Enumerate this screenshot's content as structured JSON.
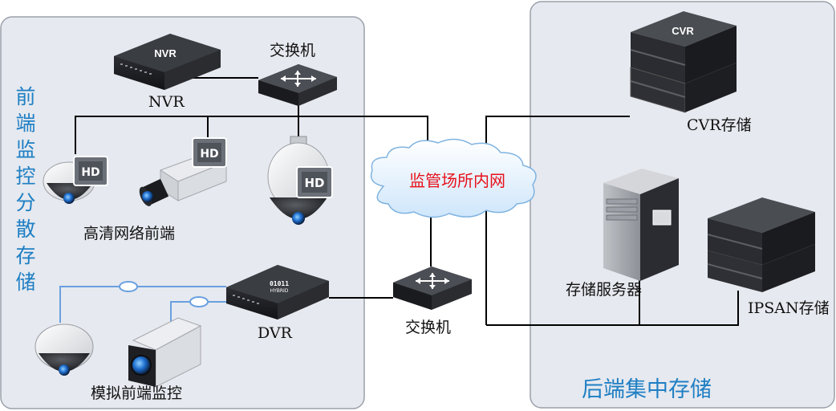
{
  "left_panel": {
    "title": "前端监控分散存储",
    "nvr_box_text": "NVR",
    "nvr_label": "NVR",
    "switch_top_label": "交换机",
    "hd_badge": "HD",
    "hd_front_label": "高清网络前端",
    "dvr_box_text_line1": "01011",
    "dvr_box_text_line2": "HYBRID",
    "dvr_label": "DVR",
    "analog_label": "模拟前端监控"
  },
  "center": {
    "cloud_label": "监管场所内网",
    "switch_bottom_label": "交换机"
  },
  "right_panel": {
    "title": "后端集中存储",
    "cvr_box_text": "CVR",
    "cvr_label": "CVR存储",
    "server_label": "存储服务器",
    "ipsan_label": "IPSAN存储"
  },
  "colors": {
    "panel_fill": "#e6e9ef",
    "panel_border": "#9aa0aa",
    "title_blue": "#1f7fc4",
    "cloud_text_red": "#e8101a",
    "coax_line_blue": "#6aa0e0",
    "network_line": "#000000"
  }
}
